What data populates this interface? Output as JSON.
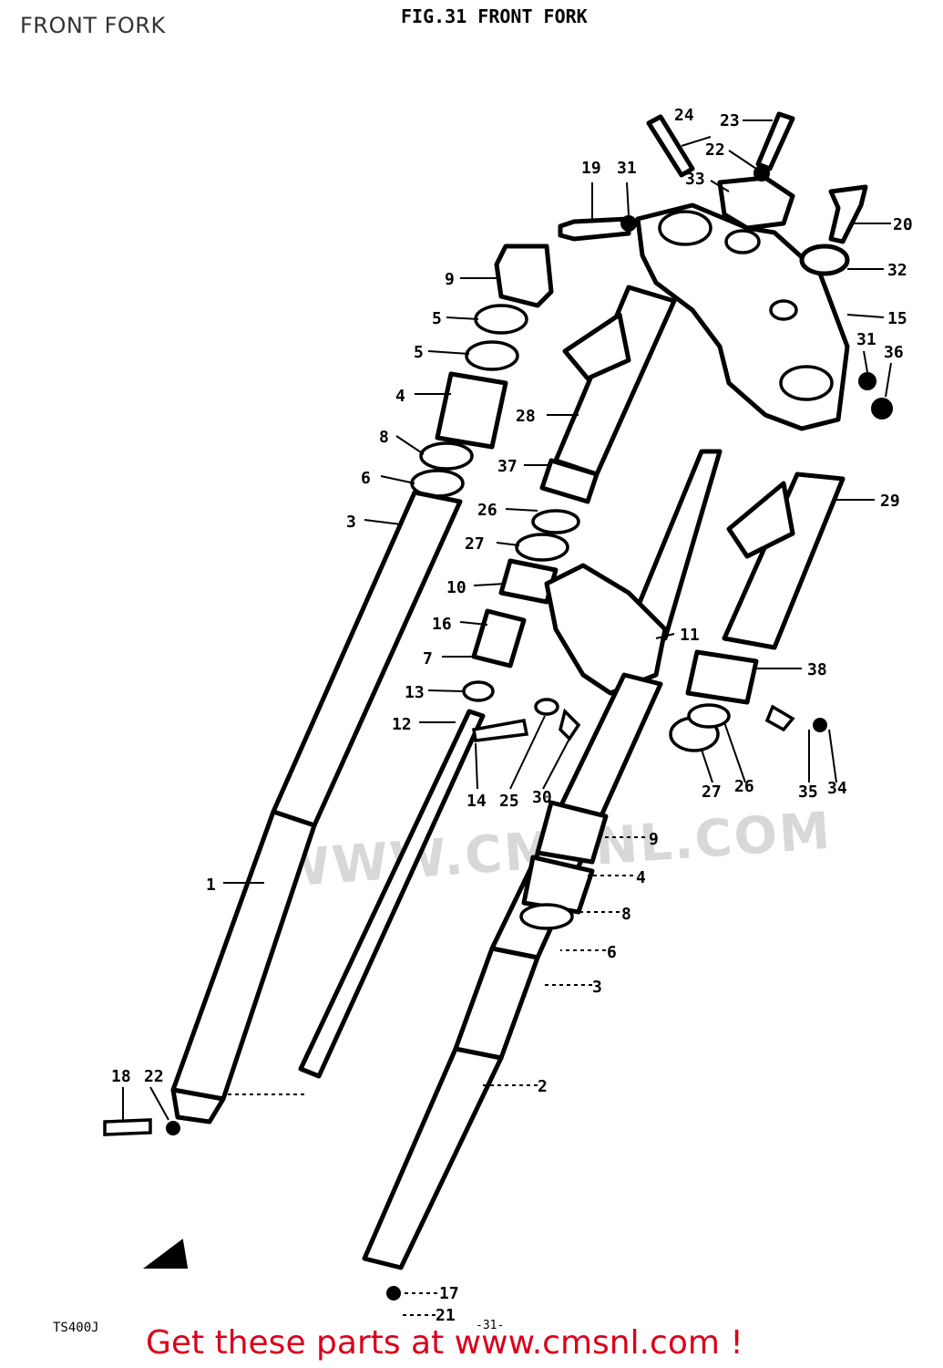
{
  "page": {
    "heading": "FRONT FORK",
    "figure_title": "FIG.31  FRONT FORK",
    "model_code": "TS400J",
    "page_number": "-31-",
    "watermark": "WWW.CMSNL.COM",
    "cta_text": "Get these parts at www.cmsnl.com !",
    "cta_color": "#d9001b"
  },
  "callouts": [
    {
      "id": "c24",
      "label": "24"
    },
    {
      "id": "c23",
      "label": "23"
    },
    {
      "id": "c22a",
      "label": "22"
    },
    {
      "id": "c33",
      "label": "33"
    },
    {
      "id": "c19",
      "label": "19"
    },
    {
      "id": "c31a",
      "label": "31"
    },
    {
      "id": "c20",
      "label": "20"
    },
    {
      "id": "c32",
      "label": "32"
    },
    {
      "id": "c15",
      "label": "15"
    },
    {
      "id": "c31b",
      "label": "31"
    },
    {
      "id": "c36",
      "label": "36"
    },
    {
      "id": "c9a",
      "label": "9"
    },
    {
      "id": "c5a",
      "label": "5"
    },
    {
      "id": "c5b",
      "label": "5"
    },
    {
      "id": "c4a",
      "label": "4"
    },
    {
      "id": "c8a",
      "label": "8"
    },
    {
      "id": "c6a",
      "label": "6"
    },
    {
      "id": "c3a",
      "label": "3"
    },
    {
      "id": "c28",
      "label": "28"
    },
    {
      "id": "c37",
      "label": "37"
    },
    {
      "id": "c26a",
      "label": "26"
    },
    {
      "id": "c27a",
      "label": "27"
    },
    {
      "id": "c10",
      "label": "10"
    },
    {
      "id": "c16",
      "label": "16"
    },
    {
      "id": "c7",
      "label": "7"
    },
    {
      "id": "c13",
      "label": "13"
    },
    {
      "id": "c12",
      "label": "12"
    },
    {
      "id": "c29",
      "label": "29"
    },
    {
      "id": "c11",
      "label": "11"
    },
    {
      "id": "c38",
      "label": "38"
    },
    {
      "id": "c14",
      "label": "14"
    },
    {
      "id": "c25",
      "label": "25"
    },
    {
      "id": "c30",
      "label": "30"
    },
    {
      "id": "c27b",
      "label": "27"
    },
    {
      "id": "c26b",
      "label": "26"
    },
    {
      "id": "c35",
      "label": "35"
    },
    {
      "id": "c34",
      "label": "34"
    },
    {
      "id": "c1",
      "label": "1"
    },
    {
      "id": "c9b",
      "label": "9"
    },
    {
      "id": "c4b",
      "label": "4"
    },
    {
      "id": "c8b",
      "label": "8"
    },
    {
      "id": "c6b",
      "label": "6"
    },
    {
      "id": "c3b",
      "label": "3"
    },
    {
      "id": "c2",
      "label": "2"
    },
    {
      "id": "c18",
      "label": "18"
    },
    {
      "id": "c22b",
      "label": "22"
    },
    {
      "id": "c17",
      "label": "17"
    },
    {
      "id": "c21",
      "label": "21"
    }
  ]
}
